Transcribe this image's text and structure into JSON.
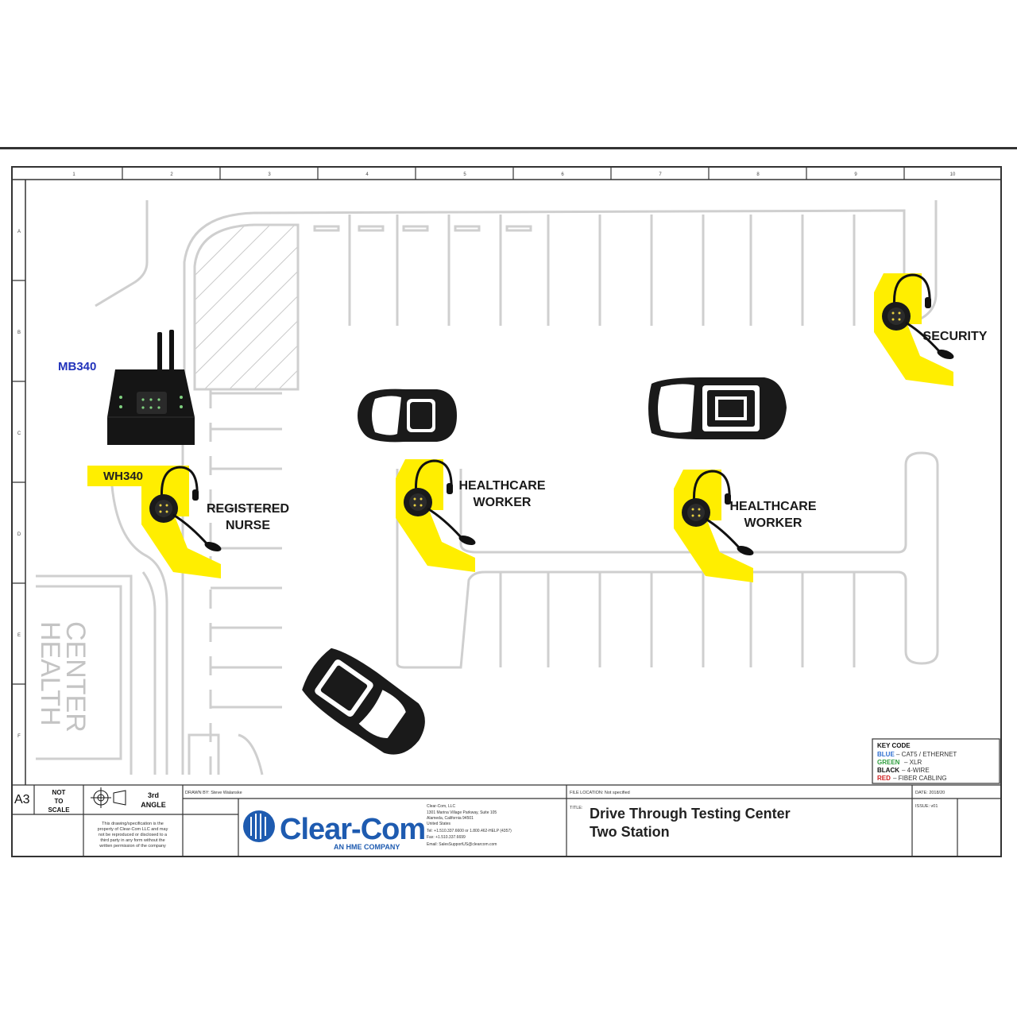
{
  "grid": {
    "columns": [
      "1",
      "2",
      "3",
      "4",
      "5",
      "6",
      "7",
      "8",
      "9",
      "10"
    ],
    "rows": [
      "A",
      "B",
      "C",
      "D",
      "E",
      "F"
    ]
  },
  "devices": {
    "base_station": "MB340",
    "headset": "WH340"
  },
  "stations": {
    "registered_nurse": [
      "REGISTERED",
      "NURSE"
    ],
    "healthcare_worker_1": [
      "HEALTHCARE",
      "WORKER"
    ],
    "healthcare_worker_2": [
      "HEALTHCARE",
      "WORKER"
    ],
    "security": "SECURITY"
  },
  "building": [
    "HEALTH",
    "CENTER"
  ],
  "key_code": {
    "title": "KEY CODE",
    "items": [
      {
        "name": "BLUE",
        "desc": "– CAT5 / ETHERNET",
        "color": "#2f6fd0"
      },
      {
        "name": "GREEN",
        "desc": "– XLR",
        "color": "#2e9e3e"
      },
      {
        "name": "BLACK",
        "desc": "– 4-WIRE",
        "color": "#111111"
      },
      {
        "name": "RED",
        "desc": "– FIBER CABLING",
        "color": "#d02020"
      }
    ]
  },
  "title_block": {
    "sheet_size": "A3",
    "scale": [
      "NOT",
      "TO",
      "SCALE"
    ],
    "angle": [
      "3rd",
      "ANGLE"
    ],
    "drawn_by": "DRAWN BY: Steve Walanske",
    "file_location": "FILE LOCATION: Not specified",
    "date": "DATE: 2018/20",
    "issue": "ISSUE: v01",
    "title_label": "TITLE:",
    "title_line1": "Drive Through Testing Center",
    "title_line2": "Two Station",
    "copyright": [
      "This drawing/specification is the",
      "property of Clear-Com LLC and may",
      "not be reproduced or disclosed to a",
      "third party in any form without the",
      "written permission of the company"
    ],
    "company_name": "Clear-Com",
    "company_tagline": "AN HME COMPANY",
    "address": [
      "Clear-Com, LLC",
      "1301 Marina Village Parkway, Suite 105",
      "Alameda, California 94501",
      "United States",
      "Tel: +1.510.337.6600 or 1.800.462-HELP (4357)",
      "Fax: +1.510.337.6699",
      "Email: SalesSupportUS@clearcom.com"
    ]
  },
  "colors": {
    "highlight": "#ffee00",
    "device_label": "#2233bb",
    "brand": "#1e5bb0",
    "lines": "#cccccc"
  }
}
